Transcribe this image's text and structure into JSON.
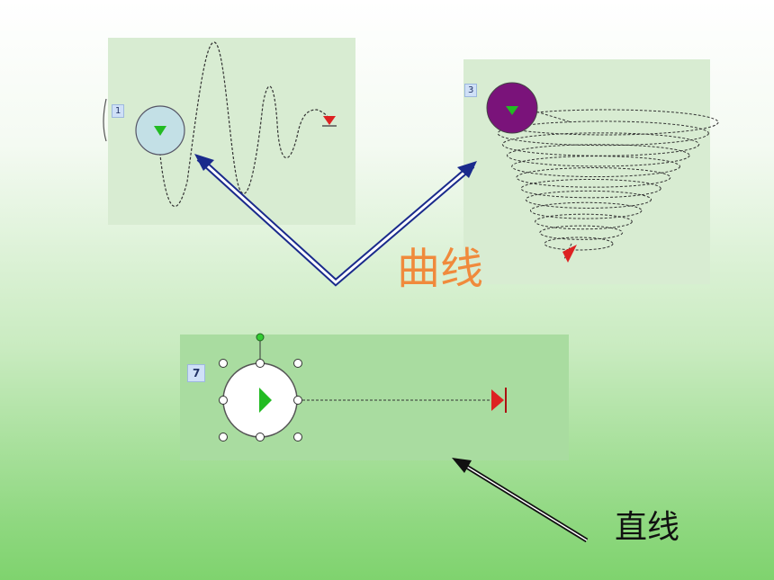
{
  "slide": {
    "curve_label": "曲线",
    "straight_label": "直线"
  },
  "panels": {
    "wave": {
      "badge": "1"
    },
    "spiral": {
      "badge": "3"
    },
    "line": {
      "badge": "7"
    }
  },
  "colors": {
    "curve_label": "#f08a3c",
    "straight_label": "#111111",
    "arrow_blue": "#1a2a8c",
    "arrow_black": "#111111",
    "wave_ball": "#c3e0e6",
    "spiral_ball": "#7a137a",
    "line_ball": "#ffffff",
    "start_marker": "#22bb22",
    "end_marker": "#dd2222"
  }
}
